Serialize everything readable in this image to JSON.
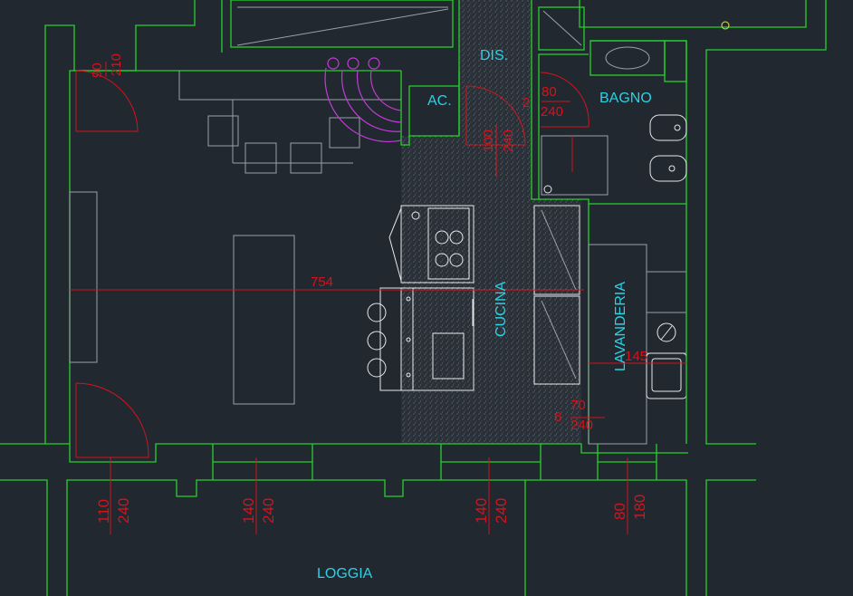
{
  "rooms": {
    "dis": "DIS.",
    "ac": "AC.",
    "bagno": "BAGNO",
    "cucina": "CUCINA",
    "lavanderia": "LAVANDERIA",
    "loggia": "LOGGIA"
  },
  "dimensions": {
    "door_top_left_w": "90",
    "door_top_left_h": "210",
    "door_dis_w": "100",
    "door_dis_h": "240",
    "door_bagno_w": "80",
    "door_bagno_h": "240",
    "door_bagno_mark": "2",
    "door_lav_w": "70",
    "door_lav_h": "240",
    "door_lav_mark": "6",
    "room_length": "754",
    "lav_width": "145",
    "win1_w": "110",
    "win1_h": "240",
    "win2_w": "140",
    "win2_h": "240",
    "win3_w": "140",
    "win3_h": "240",
    "win4_w": "80",
    "win4_h": "180"
  },
  "colors": {
    "background": "#212830",
    "walls": "#25d12c",
    "dimensions": "#d4141c",
    "labels": "#27d3e6",
    "furniture": "#9aa0a6",
    "appliances": "#e8e8e8",
    "chairs": "#c23bd6"
  }
}
